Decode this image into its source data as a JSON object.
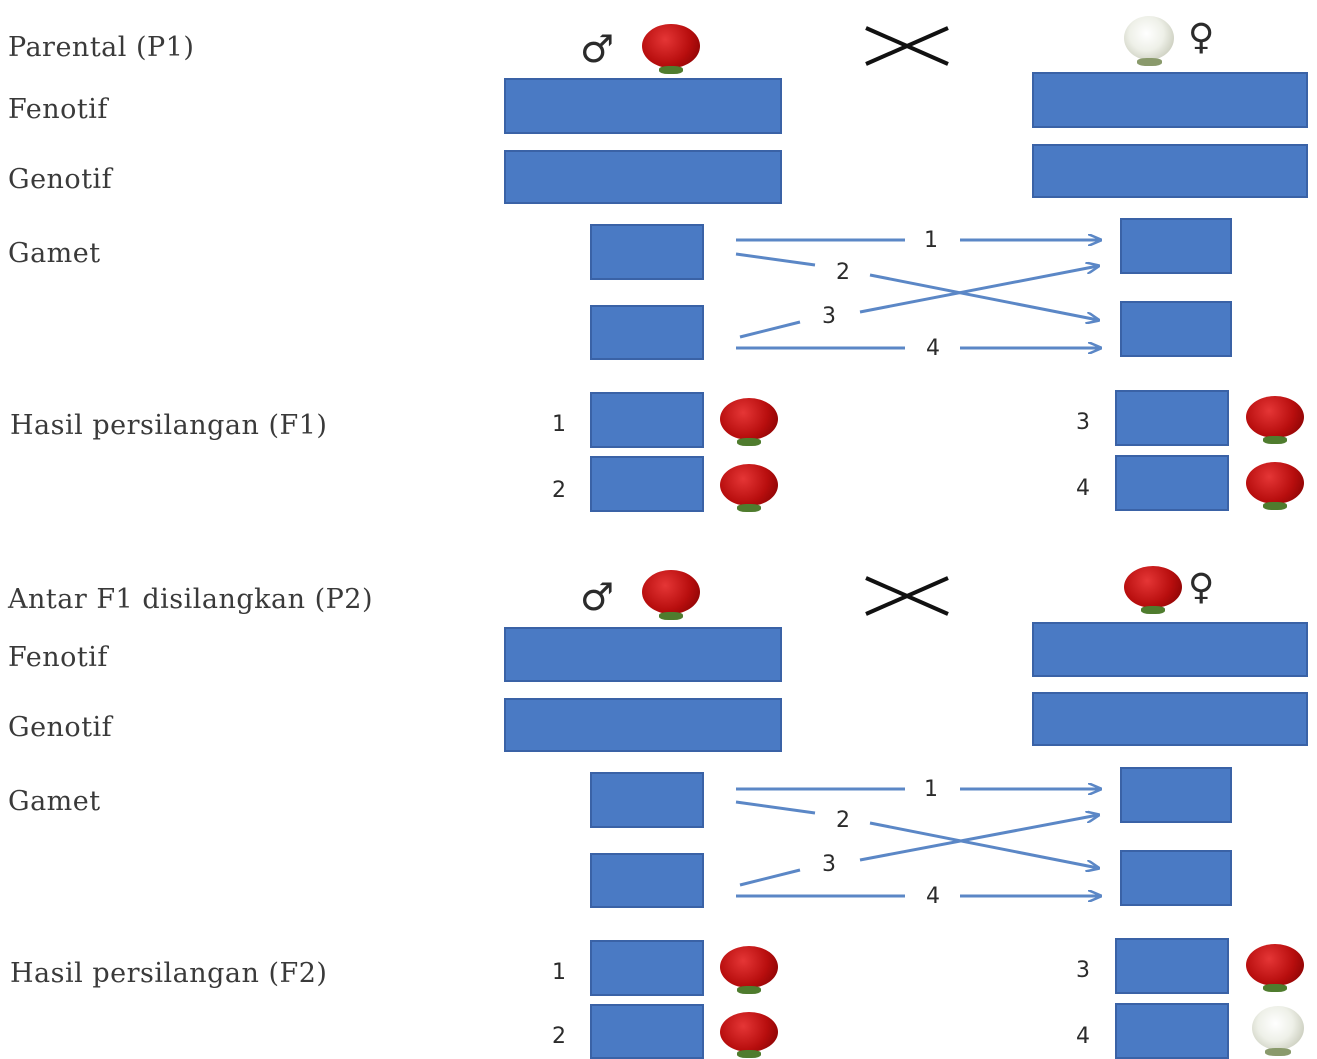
{
  "labels": {
    "parental": "Parental (P1)",
    "fenotif_1": "Fenotif",
    "genotif_1": "Genotif",
    "gamet_1": "Gamet",
    "hasil_f1": "Hasil persilangan (F1)",
    "antar_f1": "Antar F1 disilangkan (P2)",
    "fenotif_2": "Fenotif",
    "genotif_2": "Genotif",
    "gamet_2": "Gamet",
    "hasil_f2": "Hasil persilangan (F2)"
  },
  "symbols": {
    "male": "♂",
    "female": "♀"
  },
  "arrow_numbers": [
    "1",
    "2",
    "3",
    "4"
  ],
  "offspring_numbers": [
    "1",
    "2",
    "3",
    "4"
  ],
  "icons": {
    "red_rose": "red-rose-icon",
    "white_rose": "white-rose-icon",
    "cross": "cross-icon"
  },
  "colors": {
    "box_fill": "#4a7ac4",
    "arrow": "#5b87c6",
    "red_rose": "#c41414",
    "text": "#3a3a3a"
  }
}
